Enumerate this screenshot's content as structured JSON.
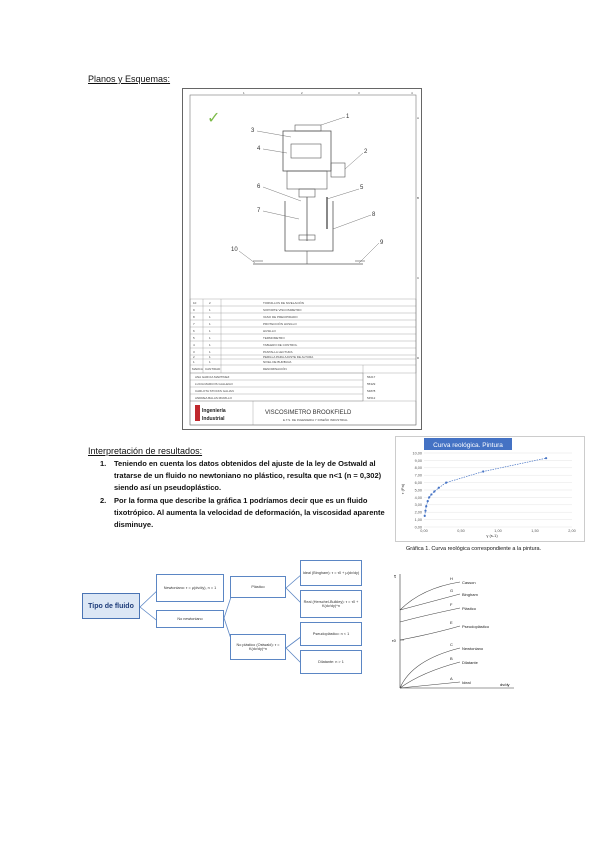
{
  "section_plans": {
    "title": "Planos y Esquemas:"
  },
  "drawing": {
    "part_numbers": [
      "1",
      "2",
      "3",
      "4",
      "5",
      "6",
      "7",
      "8",
      "9",
      "10"
    ],
    "check_mark": "✓",
    "parts_table": [
      {
        "marca": "10",
        "cantidad": "2",
        "denominacion": "TORNILLOS DE NIVELACIÓN"
      },
      {
        "marca": "9",
        "cantidad": "1",
        "denominacion": "SOPORTE VISCOSIMETRO"
      },
      {
        "marca": "8",
        "cantidad": "1",
        "denominacion": "VASO DE PRECIPIDADO"
      },
      {
        "marca": "7",
        "cantidad": "1",
        "denominacion": "PROTECCIÓN HUSILLO"
      },
      {
        "marca": "6",
        "cantidad": "1",
        "denominacion": "HUSILLO"
      },
      {
        "marca": "5",
        "cantidad": "1",
        "denominacion": "TERMOMETRO"
      },
      {
        "marca": "4",
        "cantidad": "1",
        "denominacion": "TABLERO DE CONTROL"
      },
      {
        "marca": "3",
        "cantidad": "1",
        "denominacion": "PANTALLA LECTURA"
      },
      {
        "marca": "2",
        "cantidad": "1",
        "denominacion": "PERILLA PARA AJUSTE DE ALTURA"
      },
      {
        "marca": "1",
        "cantidad": "1",
        "denominacion": "NIVEL DE BURBUJA"
      }
    ],
    "table_header": {
      "marca": "MARCA",
      "cantidad": "CANTIDAD",
      "denominacion": "DENOMINACIÓN"
    },
    "authors": [
      {
        "name": "ANA GARCIA MARTINEZ",
        "id": "56217"
      },
      {
        "name": "LUCIA MARCOS GALLEGO",
        "id": "55329"
      },
      {
        "name": "CARLOTA STOCKS GALIAN",
        "id": "54878"
      },
      {
        "name": "ANDREA BALAS MURILLO",
        "id": "54512"
      }
    ],
    "logo_text": "Ingeniería Industrial",
    "title": "VISCOSIMETRO BROOKFIELD",
    "school": "E.T.S. DE INGENIERIA Y DISEÑO INDUSTRIAL",
    "frame_letters": [
      "A",
      "B",
      "C",
      "D"
    ],
    "frame_numbers": [
      "1",
      "2",
      "3",
      "4"
    ]
  },
  "section_results": {
    "title": "Interpretación de resultados:",
    "items": [
      {
        "num": "1.",
        "text": "Teniendo en cuenta los datos obtenidos del ajuste de la ley de Ostwald al tratarse de un fluido no newtoniano no plástico, resulta que n<1 (n = 0,302) siendo así un pseudoplástico."
      },
      {
        "num": "2.",
        "text": "Por la forma que describe la gráfica 1 podríamos decir que es un fluido tixotrópico. Al aumenta la velocidad de deformación, la viscosidad aparente disminuye."
      }
    ]
  },
  "chart_data": {
    "type": "scatter",
    "title": "Curva reológica. Pintura",
    "xlabel": "γ (s-1)",
    "ylabel": "τ (Pa)",
    "xlim": [
      0,
      2
    ],
    "ylim": [
      0,
      10
    ],
    "x_ticks": [
      "0,00",
      "0,50",
      "1,00",
      "1,50",
      "2,00"
    ],
    "y_ticks": [
      "0,00",
      "1,00",
      "2,00",
      "3,00",
      "4,00",
      "5,00",
      "6,00",
      "7,00",
      "8,00",
      "9,00",
      "10,00"
    ],
    "series": [
      {
        "x": [
          0.01,
          0.02,
          0.03,
          0.05,
          0.07,
          0.1,
          0.14,
          0.2,
          0.3,
          0.8,
          1.65
        ],
        "y": [
          1.5,
          2.2,
          2.8,
          3.5,
          4.0,
          4.4,
          4.8,
          5.3,
          6.0,
          7.5,
          9.3
        ]
      }
    ],
    "trendline": true,
    "grid": true,
    "marker_color": "#4472c4",
    "title_bg": "#4472c4"
  },
  "chart_caption": "Gráfica 1. Curva reológica correspondiente a la pintura.",
  "flowchart": {
    "main": "Tipo de fluido",
    "newtonian": "Newtoniano: τ = μ(dv/dy), n = 1",
    "non_newtonian": "No newtoniano",
    "plastic": "Plástico",
    "bingham": "Ideal (Bingham): τ = τ0 + μ(dv/dy)",
    "real_plastic": "Real (Herschel-Bulkley): τ = τ0 + K(dv/dy)^n",
    "non_plastic": "No plástico (Ostwald): τ = K(dv/dy)^n",
    "pseudo": "Pseudoplástico: n < 1",
    "dilatant": "Dilatante: n > 1"
  },
  "rheology_figure": {
    "y_axis_label": "τ",
    "y0_label": "τ0",
    "x_axis_label": "dv/dy",
    "curves": [
      "Casson",
      "Bingham",
      "Plástico",
      "Pseudoplástico",
      "Newtoniano",
      "Dilatante",
      "Ideal"
    ],
    "curve_letters": [
      "H",
      "G",
      "F",
      "E",
      "C",
      "B",
      "A"
    ]
  }
}
